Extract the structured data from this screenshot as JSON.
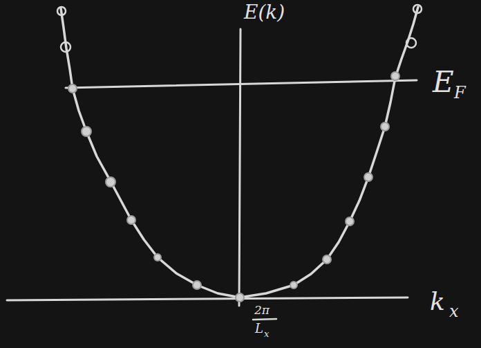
{
  "diagram": {
    "labels": [
      "E(k)",
      "E",
      "F",
      "k",
      "x",
      "2π",
      "L",
      "x"
    ]
  }
}
